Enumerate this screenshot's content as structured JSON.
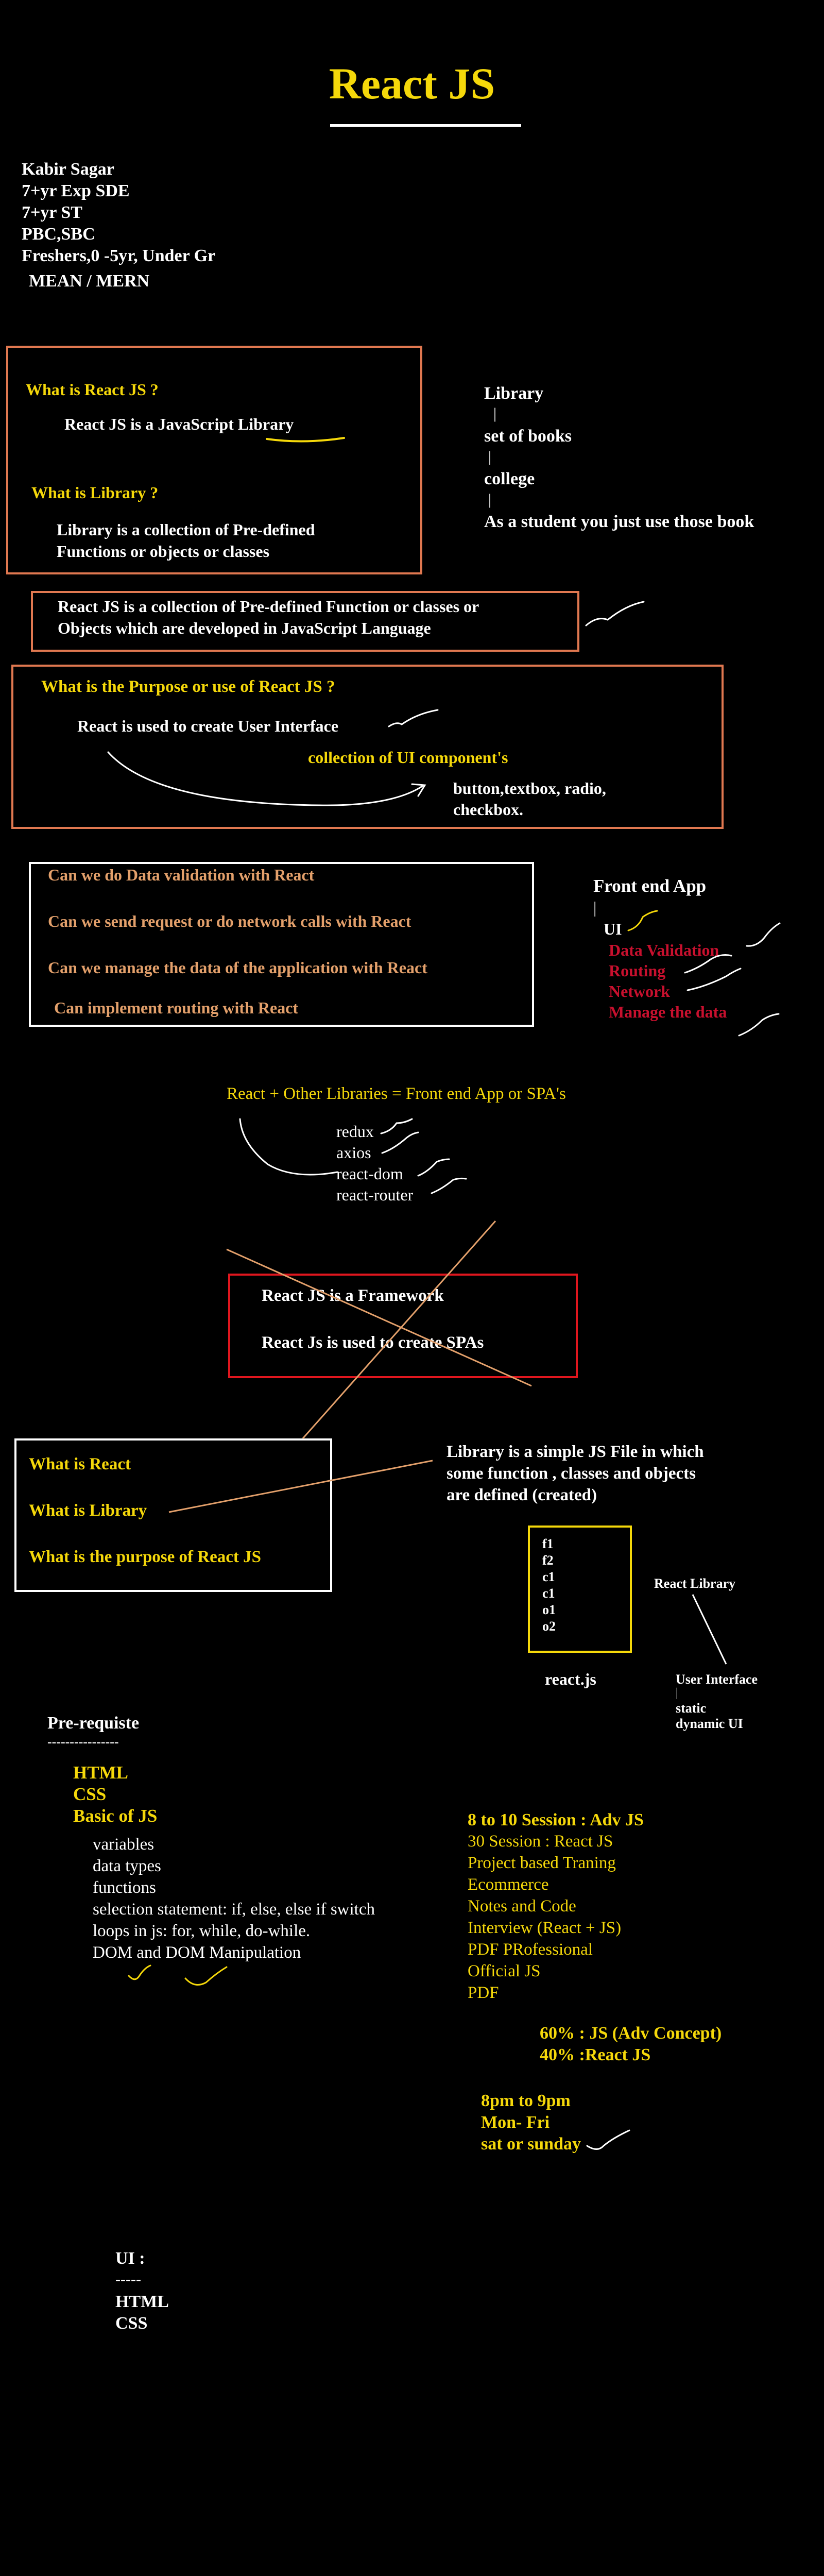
{
  "colors": {
    "background": "#000000",
    "white": "#ffffff",
    "yellow": "#f5d80a",
    "orange_text": "#e3a06b",
    "orange_border": "#e07850",
    "red": "#c8102e"
  },
  "title": "React JS",
  "author": {
    "lines": [
      "Kabir Sagar",
      "7+yr Exp SDE",
      "7+yr ST",
      "PBC,SBC",
      "Freshers,0 -5yr, Under Gr"
    ],
    "stack": "MEAN / MERN"
  },
  "intro": {
    "q1": "What is React JS ?",
    "a1_prefix": "React JS is a JavaScript ",
    "a1_word": "Library",
    "q2": "What is Library ?",
    "a2_line1": "Library is a collection of Pre-defined",
    "a2_line2": "Functions or objects or classes"
  },
  "analogy": {
    "l1": "Library",
    "p1": "|",
    "l2": "set of books",
    "p2": "|",
    "l3": "college",
    "p3": "|",
    "l4": "As a student you just use those book"
  },
  "definition": {
    "line1": "React JS is a collection of Pre-defined Function or classes or",
    "line2": "Objects which are developed in JavaScript Language"
  },
  "purpose": {
    "q": "What is the Purpose or use of React JS ?",
    "a": "React is used to create User Interface",
    "note": "collection of UI component's",
    "components_line1": "button,textbox, radio,",
    "components_line2": "checkbox."
  },
  "questions": [
    "Can we do Data validation with React",
    "Can we send request or do network calls with React",
    "Can we manage the data of the application with React",
    "Can implement routing with React"
  ],
  "frontend": {
    "title": "Front end App",
    "pipe": "|",
    "ui": "UI",
    "items": [
      "Data Validation",
      "Routing",
      "Network",
      "Manage the data"
    ]
  },
  "libraries": {
    "equation": "React + Other Libraries = Front end App or SPA's",
    "items": [
      "redux",
      "axios",
      "react-dom",
      "react-router"
    ]
  },
  "framework_box": {
    "line1": "React JS is a Framework",
    "line2": "React Js is used to create SPAs"
  },
  "summary_box": {
    "items": [
      "What is React",
      "What is Library",
      "What is the purpose of React JS"
    ]
  },
  "library_def": {
    "line1": "Library is a simple JS File in which",
    "line2": "some function , classes and objects",
    "line3": "are defined (created)"
  },
  "file_box": {
    "items": [
      "f1",
      "f2",
      "c1",
      "c1",
      "o1",
      "o2"
    ],
    "caption": "react.js",
    "react_library": "React Library",
    "ui_line1": "User Interface",
    "ui_pipe": "|",
    "ui_line2": "static",
    "ui_line3": "dynamic UI"
  },
  "prereq": {
    "title": "Pre-requiste",
    "underline": "----------------",
    "main": [
      "HTML",
      "CSS",
      "Basic of JS"
    ],
    "sub": [
      "variables",
      "data types",
      "functions",
      "selection statement: if, else, else if switch",
      "loops in js: for, while, do-while.",
      "DOM and DOM Manipulation"
    ]
  },
  "sessions": {
    "header": "8 to 10 Session : Adv JS",
    "items": [
      "30 Session : React JS",
      "Project based Traning",
      "Ecommerce",
      "Notes and Code",
      "Interview (React + JS)",
      "PDF PRofessional",
      "Official JS",
      "PDF"
    ],
    "split1": "60% : JS (Adv Concept)",
    "split2": "40% :React JS",
    "time": "8pm to 9pm",
    "days": "Mon- Fri",
    "weekend": "sat or sunday"
  },
  "ui_footer": {
    "title": "UI :",
    "dash": "-----",
    "items": [
      "HTML",
      "CSS"
    ]
  }
}
